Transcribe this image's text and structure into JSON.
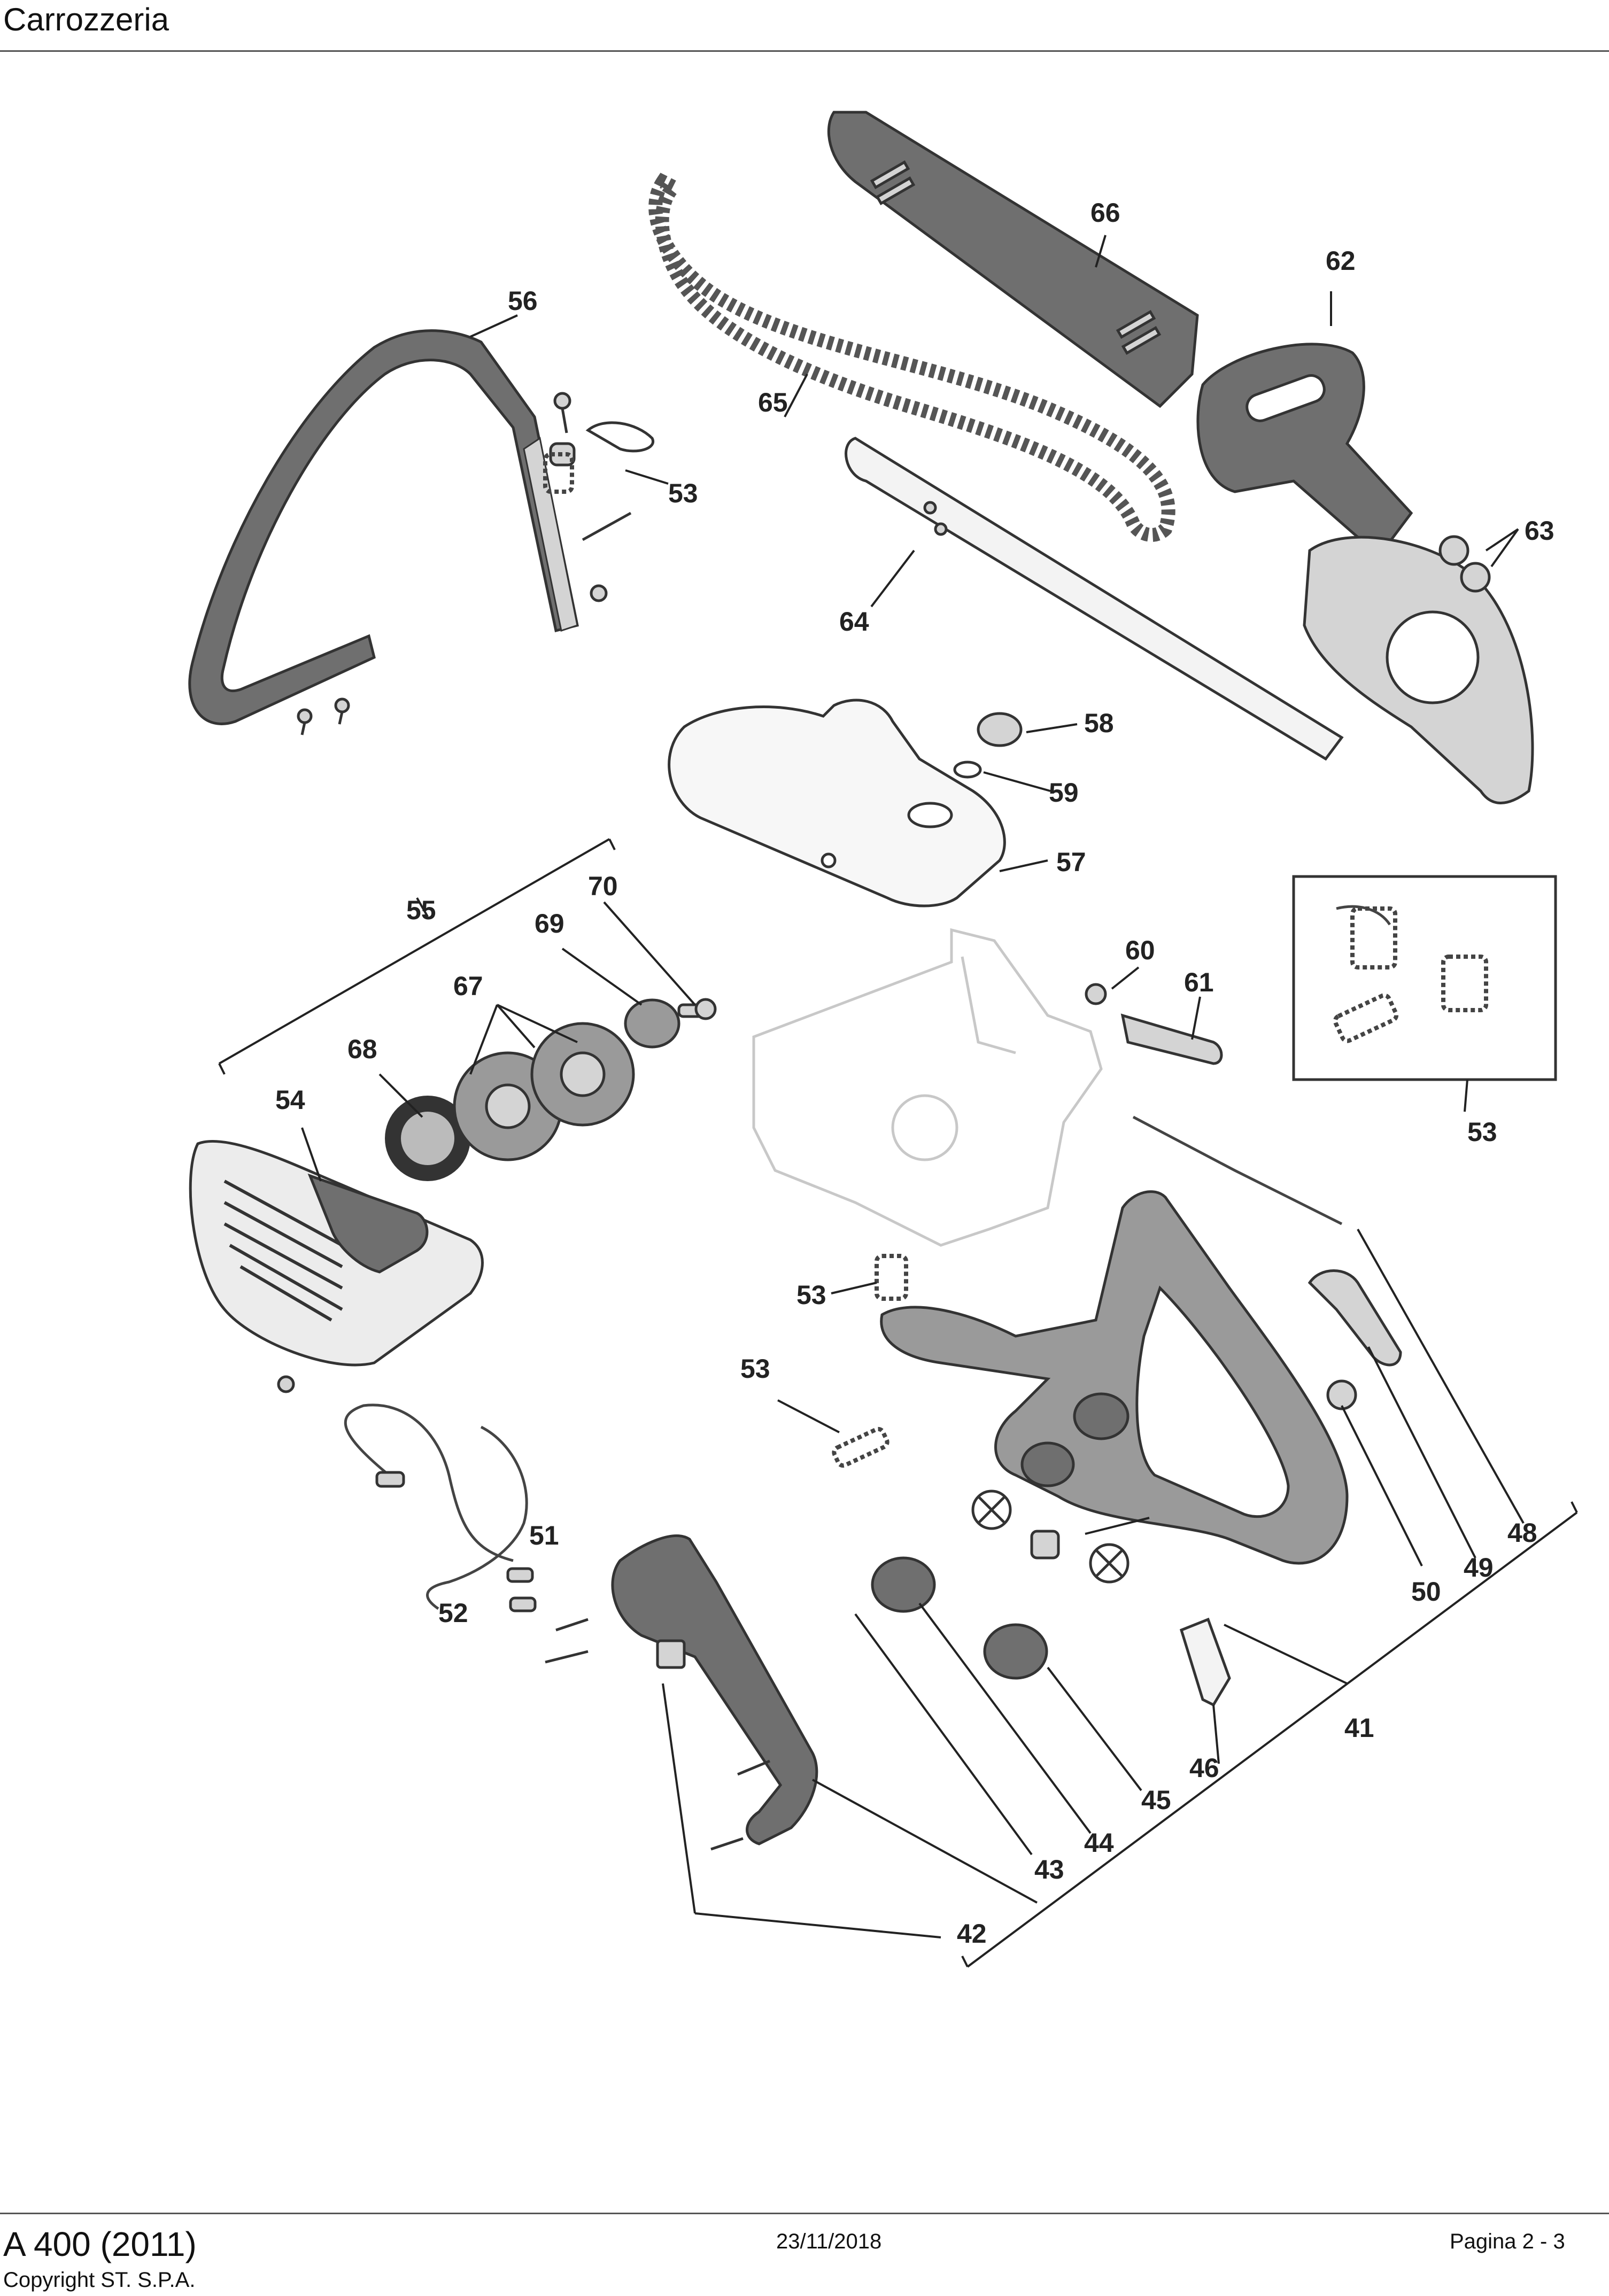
{
  "header": {
    "title": "Carrozzeria"
  },
  "footer": {
    "model": "A 400 (2011)",
    "copyright": "Copyright ST. S.P.A.",
    "date": "23/11/2018",
    "page": "Pagina 2 - 3"
  },
  "callouts": {
    "c41": "41",
    "c42": "42",
    "c43": "43",
    "c44": "44",
    "c45": "45",
    "c46": "46",
    "c48": "48",
    "c49": "49",
    "c50": "50",
    "c51": "51",
    "c52": "52",
    "c53a": "53",
    "c53b": "53",
    "c53c": "53",
    "c53d": "53",
    "c54": "54",
    "c55": "55",
    "c56": "56",
    "c57": "57",
    "c58": "58",
    "c59": "59",
    "c60": "60",
    "c61": "61",
    "c62": "62",
    "c63": "63",
    "c64": "64",
    "c65": "65",
    "c66": "66",
    "c67": "67",
    "c68": "68",
    "c69": "69",
    "c70": "70"
  }
}
